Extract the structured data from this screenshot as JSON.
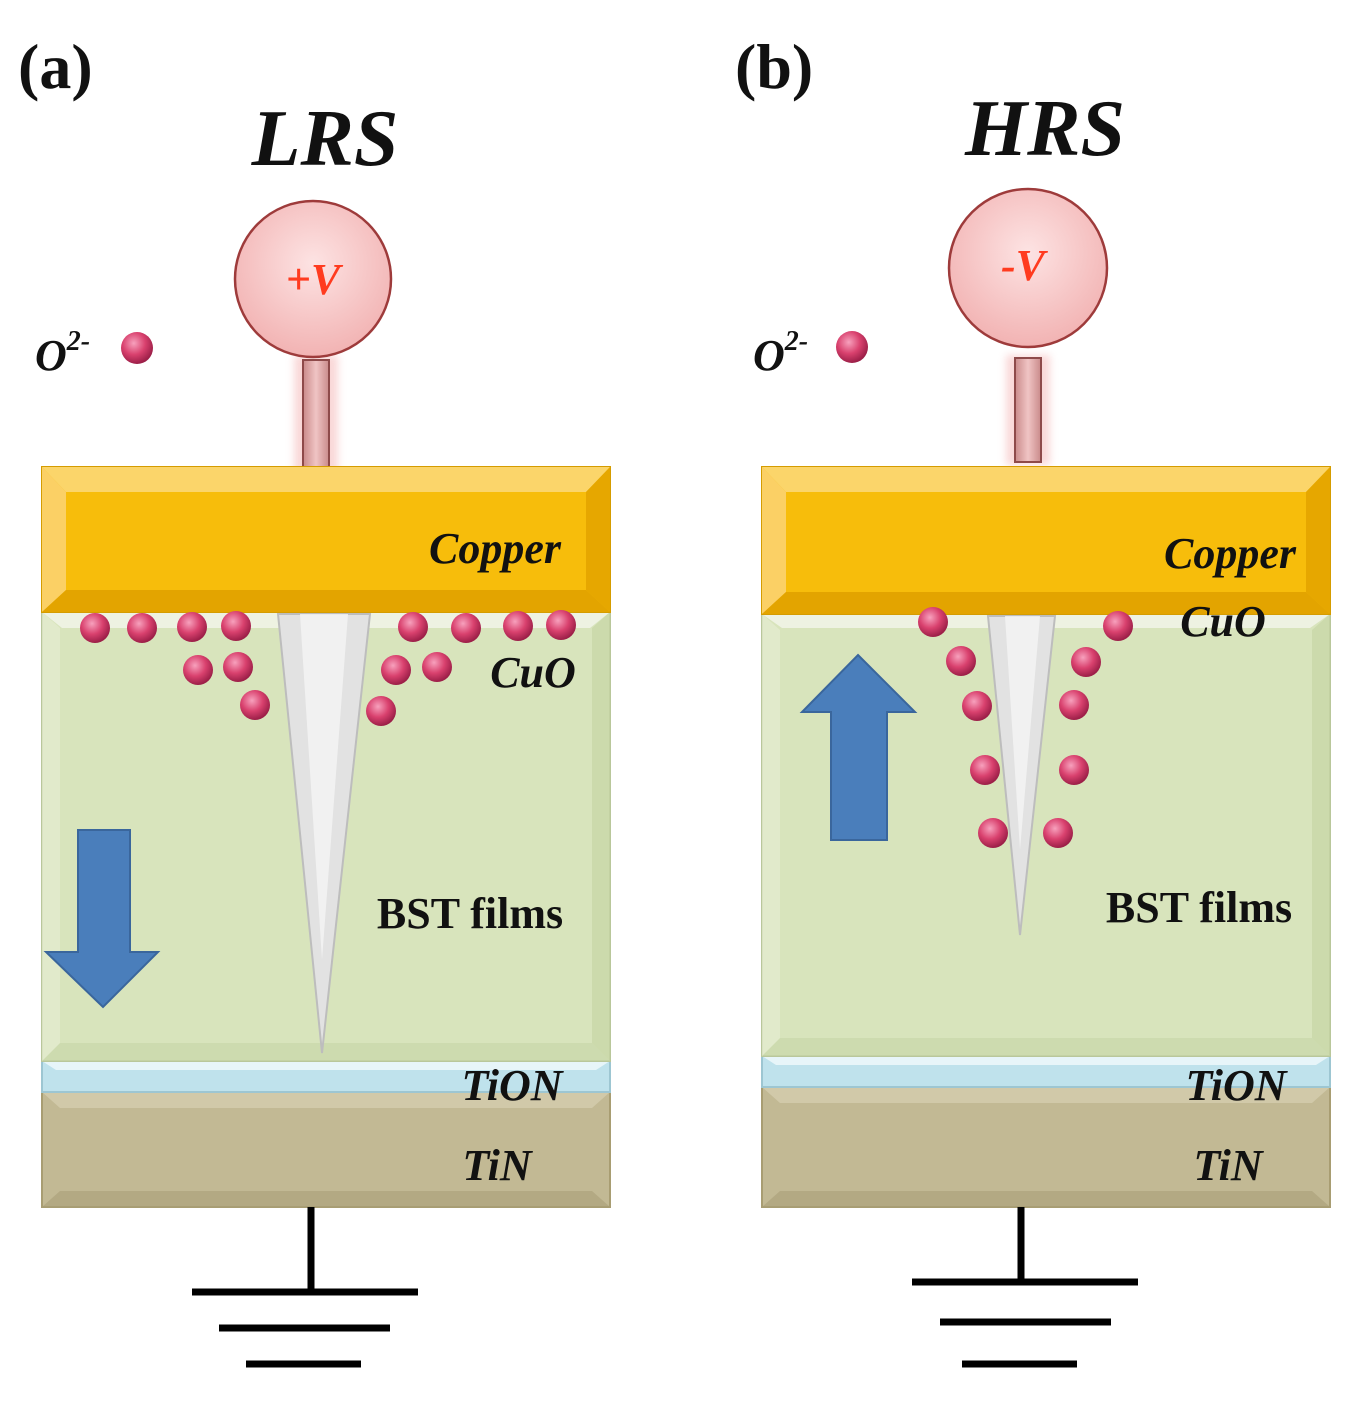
{
  "colors": {
    "copper": "#f7bd0b",
    "bst": "#d8e4bc",
    "tion": "#bfe2ec",
    "tin": "#c2b994",
    "ion": "#d9416e",
    "arrow": "#4a7ebb",
    "source": "#f6c6c6",
    "source_stroke": "#9e3b3b",
    "voltage_text": "#ff3b1f",
    "filament": "#e2e2e2"
  },
  "ion_label": {
    "base": "O",
    "sup": "2-"
  },
  "panels": [
    {
      "panel_label": "(a)",
      "state": "LRS",
      "voltage": "+V",
      "layers": {
        "copper": "Copper",
        "cuo": "CuO",
        "bst": "BST films",
        "tion": "TiON",
        "tin": "TiN"
      },
      "arrow_direction": "down",
      "arrow_icon": "down-arrow-icon"
    },
    {
      "panel_label": "(b)",
      "state": "HRS",
      "voltage": "-V",
      "layers": {
        "copper": "Copper",
        "cuo": "CuO",
        "bst": "BST films",
        "tion": "TiON",
        "tin": "TiN"
      },
      "arrow_direction": "up",
      "arrow_icon": "up-arrow-icon"
    }
  ]
}
